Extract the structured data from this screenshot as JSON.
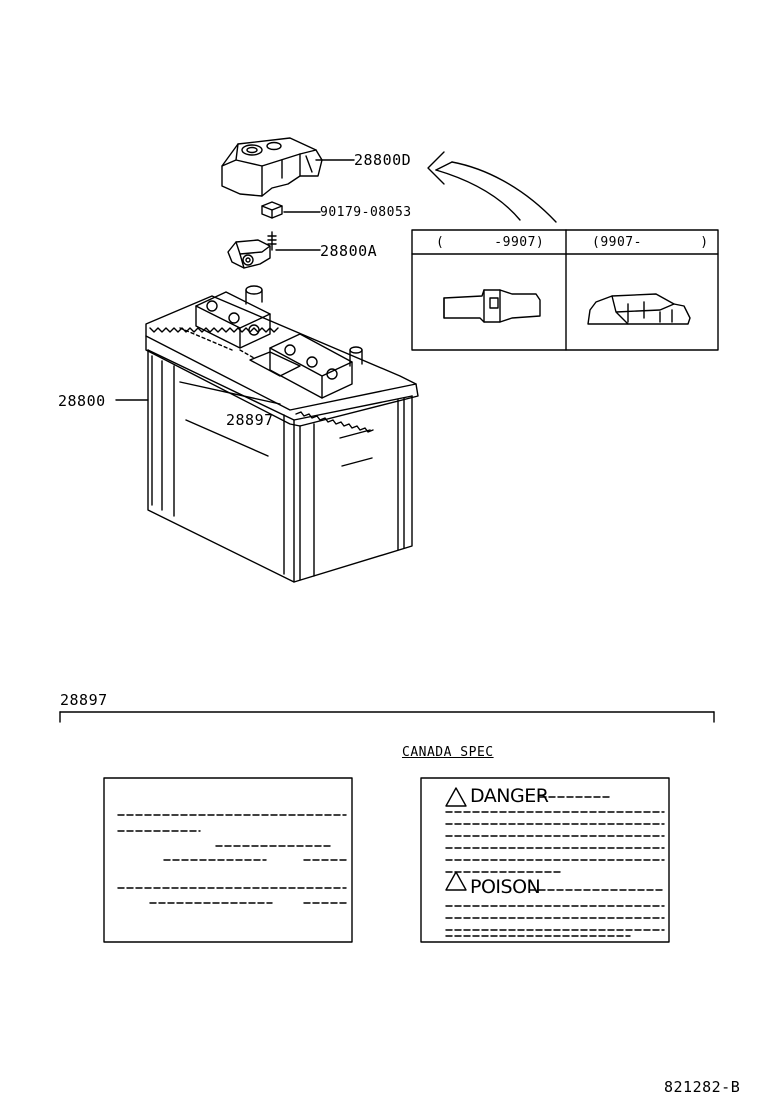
{
  "parts": {
    "terminal_cover": "28800D",
    "nut": "90179-08053",
    "clamp": "28800A",
    "battery": "28800",
    "label": "28897"
  },
  "variants": {
    "left_header": "(      -9907)",
    "right_header": "(9907-       )"
  },
  "label_section": {
    "title": "28897",
    "canada_spec": "CANADA SPEC",
    "danger": "DANGER",
    "poison": "POISON"
  },
  "figure_code": "821282-B"
}
